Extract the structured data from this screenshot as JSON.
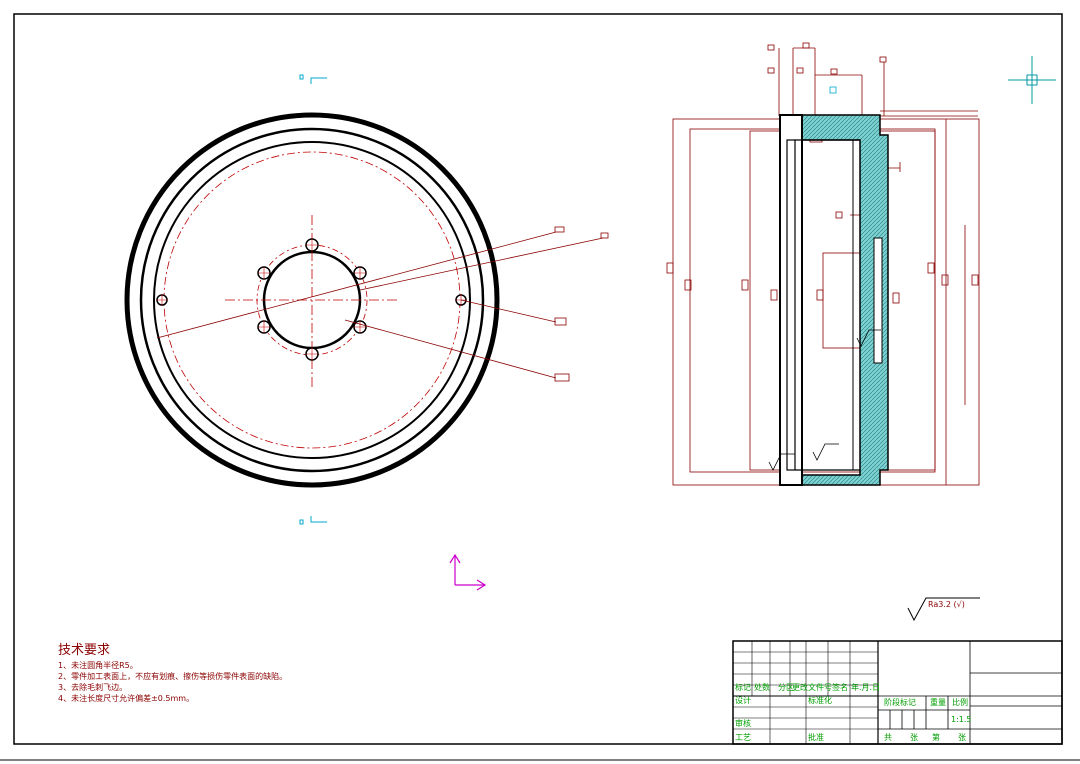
{
  "drawing": {
    "roughness_note": "Ra3.2 (√)",
    "technical_requirements": {
      "title": "技术要求",
      "items": [
        "1、未注圆角半径R5。",
        "2、零件加工表面上，不应有划痕、擦伤等损伤零件表面的缺陷。",
        "3、去除毛刺飞边。",
        "4、未注长度尺寸允许偏差±0.5mm。"
      ]
    },
    "title_block": {
      "labels_row": [
        "标记",
        "处数",
        "分区",
        "更改文件号",
        "签名",
        "年.月.日"
      ],
      "design": "设计",
      "standardization": "标准化",
      "review": "审核",
      "process": "工艺",
      "approve": "批准",
      "stage_mark": "阶段标记",
      "weight": "重量",
      "scale_label": "比例",
      "scale_value": "1:1.5",
      "sheets": [
        "共",
        "张",
        "第",
        "张"
      ]
    },
    "colors": {
      "outline": "#000000",
      "centerline": "#c00000",
      "dimension": "#8b0000",
      "section_fill": "#2aa6a6",
      "text_green": "#00a000",
      "ucs": "#cc00cc",
      "crosshair": "#0099aa"
    }
  }
}
